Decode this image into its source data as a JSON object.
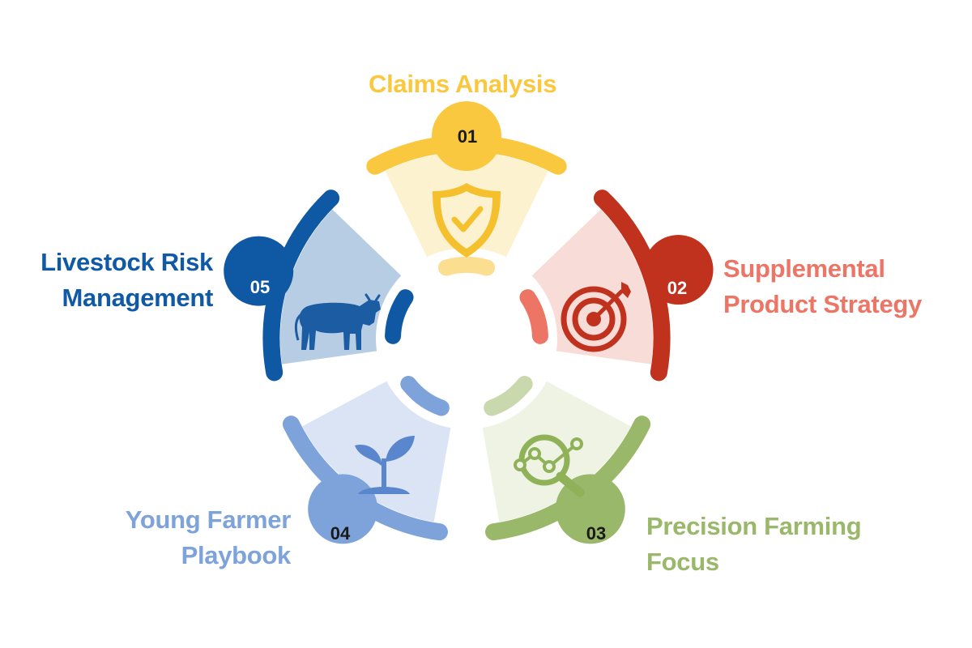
{
  "segments": [
    {
      "number": "01",
      "title": "Claims Analysis",
      "icon": "shield-check-icon",
      "colors": {
        "dark": "#F9C83F",
        "light": "#FDF2CF",
        "inner": "#FBDE8F",
        "text": "#F9C83F",
        "numText": "#1a1a1a",
        "iconColor": "#F5C02E"
      }
    },
    {
      "number": "02",
      "title_line1": "Supplemental",
      "title_line2": "Product Strategy",
      "icon": "target-icon",
      "colors": {
        "dark": "#C0321E",
        "light": "#F7DCD8",
        "inner": "#EC7565",
        "text": "#EC7565",
        "numText": "#ffffff",
        "iconColor": "#C0321E"
      }
    },
    {
      "number": "03",
      "title_line1": "Precision Farming",
      "title_line2": "Focus",
      "icon": "search-analytics-icon",
      "colors": {
        "dark": "#9AB86A",
        "light": "#EEF3E4",
        "inner": "#C9D9AD",
        "text": "#9AB86A",
        "numText": "#1a1a1a",
        "iconColor": "#8FB259"
      }
    },
    {
      "number": "04",
      "title_line1": "Young Farmer",
      "title_line2": "Playbook",
      "icon": "sprout-icon",
      "colors": {
        "dark": "#7EA3DA",
        "light": "#DAE4F4",
        "inner": "#7EA3DA",
        "text": "#7EA3DA",
        "numText": "#1a1a1a",
        "iconColor": "#5A86CE"
      }
    },
    {
      "number": "05",
      "title_line1": "Livestock Risk",
      "title_line2": "Management",
      "icon": "cow-icon",
      "colors": {
        "dark": "#0F58A3",
        "light": "#B7CDE4",
        "inner": "#0F58A3",
        "text": "#1059A4",
        "numText": "#ffffff",
        "iconColor": "#1B5CA3"
      }
    }
  ]
}
